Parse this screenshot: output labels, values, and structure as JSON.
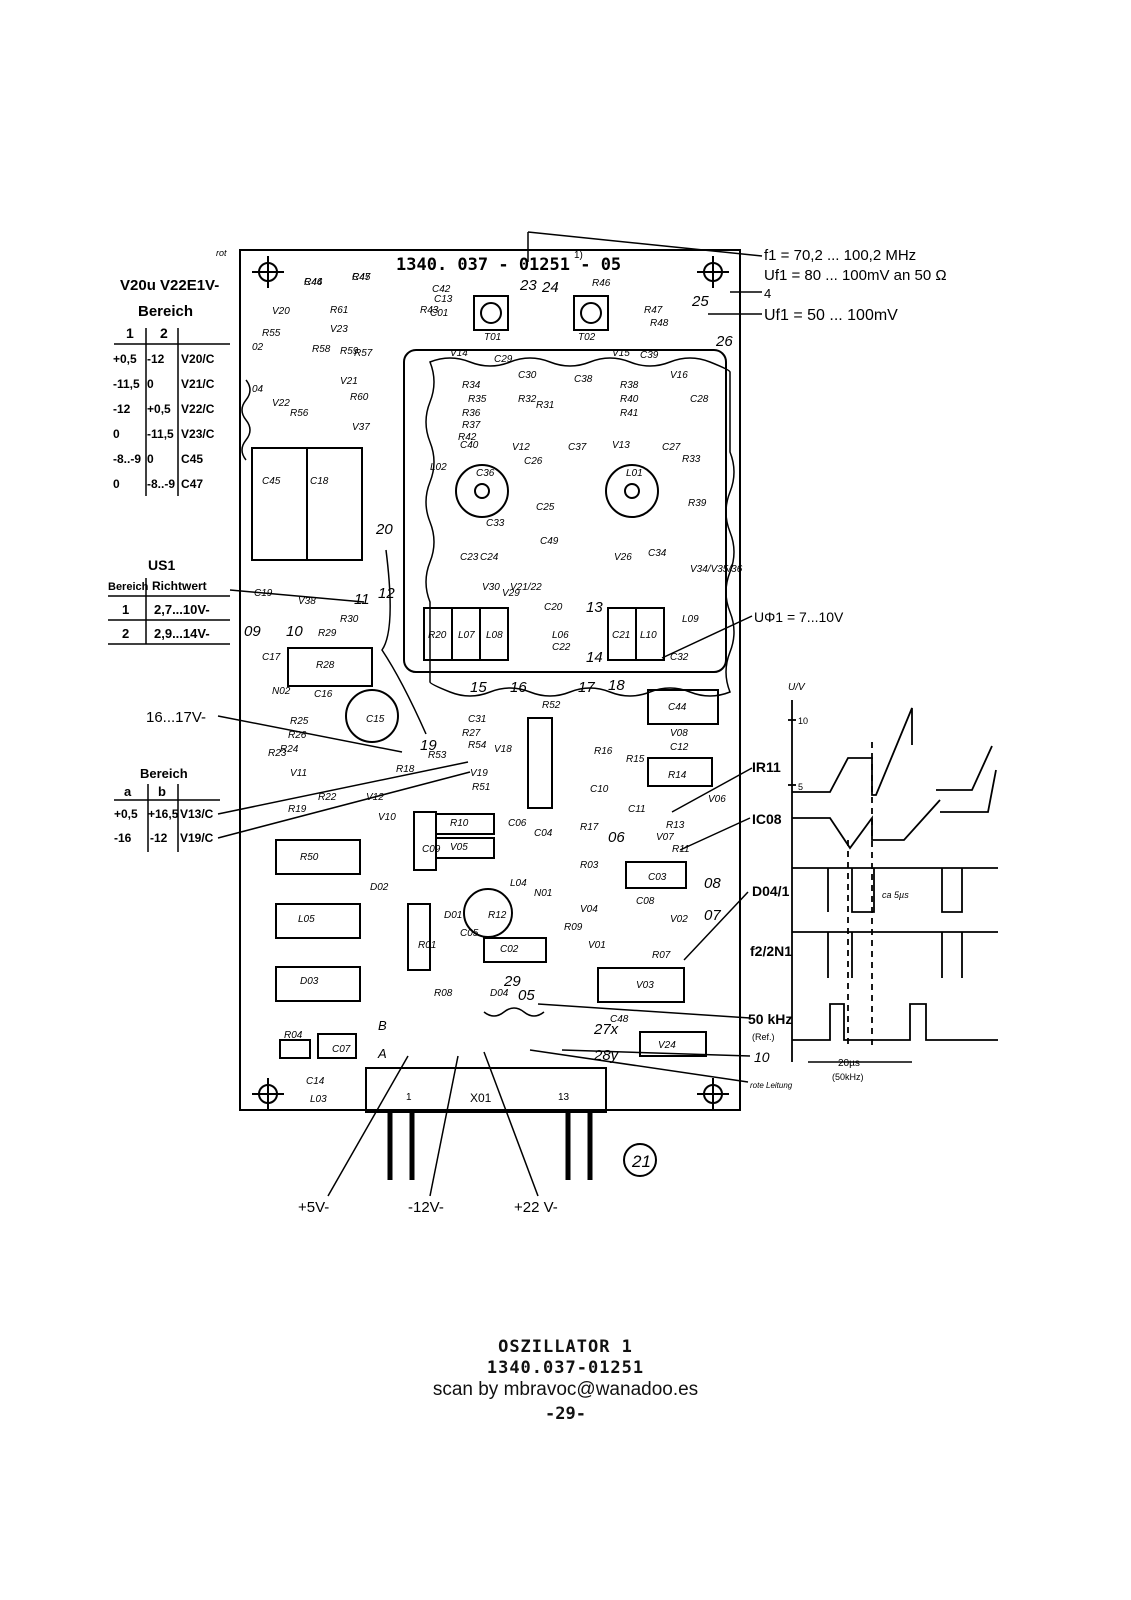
{
  "board": {
    "part_number": "1340. 037 - 01251 - 05",
    "footnote_mark": "1)",
    "circled_number": "21",
    "connector_label": "X01",
    "connector_pins": [
      "1",
      "13"
    ],
    "row_labels": [
      "B",
      "A"
    ]
  },
  "left_table": {
    "header_left": "V20u V22E1V-",
    "title": "Bereich",
    "cols": [
      "1",
      "2"
    ],
    "rows": [
      [
        "+0,5",
        "-12",
        "V20/C"
      ],
      [
        "-11,5",
        "0",
        "V21/C"
      ],
      [
        "-12",
        "+0,5",
        "V22/C"
      ],
      [
        "0",
        "-11,5",
        "V23/C"
      ],
      [
        "-8..-9",
        "0",
        "C45"
      ],
      [
        "0",
        "-8..-9",
        "C47"
      ]
    ]
  },
  "us1_table": {
    "title": "US1",
    "headers": [
      "Bereich",
      "Richtwert"
    ],
    "rows": [
      [
        "1",
        "2,7...10V-"
      ],
      [
        "2",
        "2,9...14V-"
      ]
    ]
  },
  "bereich2_table": {
    "title": "Bereich",
    "cols": [
      "a",
      "b"
    ],
    "rows": [
      [
        "+0,5",
        "+16,5",
        "V13/C"
      ],
      [
        "-16",
        "-12",
        "V19/C"
      ]
    ]
  },
  "annotations": {
    "rot": "rot",
    "f1": "f1 = 70,2 ... 100,2 MHz",
    "uf1_a": "Uf1 = 80 ... 100mV an 50 Ω",
    "uf1_b": "Uf1 = 50 ... 100mV",
    "pin4": "4",
    "uphi1": "UΦ1 = 7...10V",
    "v1617": "16...17V-",
    "ir11": "IR11",
    "ic08": "IC08",
    "d041": "D04/1",
    "f22n1": "f2/2N1",
    "khz50": "50 kHz",
    "ref": "(Ref.)",
    "ten": "10",
    "rote_leitung": "rote Leitung",
    "p5v": "+5V-",
    "m12v": "-12V-",
    "p22v": "+22 V-",
    "scope_y_unit": "U/V",
    "scope_y10": "10",
    "scope_y5": "5",
    "pulse_width": "ca 5µs",
    "period": "20µs",
    "period_freq": "(50kHz)"
  },
  "components": [
    "C46",
    "C47",
    "R43",
    "C42",
    "T01",
    "T02",
    "R46",
    "R47",
    "R48",
    "R61",
    "R58",
    "R59",
    "V20",
    "V23",
    "V21",
    "V22",
    "R55",
    "R56",
    "R57",
    "R60",
    "02",
    "04",
    "V14",
    "C29",
    "V15",
    "C39",
    "C30",
    "R34",
    "R35",
    "R36",
    "R37",
    "R38",
    "R40",
    "R41",
    "R42",
    "R31",
    "R32",
    "C28",
    "C38",
    "V16",
    "C40",
    "V13",
    "V12",
    "C27",
    "C37",
    "C36",
    "L01",
    "L02",
    "C26",
    "R33",
    "R39",
    "C33",
    "C25",
    "C49",
    "C23",
    "C24",
    "V21/22",
    "V30",
    "V29",
    "V26",
    "C34",
    "V34/V35/36",
    "V37",
    "C45",
    "C18",
    "C19",
    "V38",
    "R30",
    "R29",
    "C17",
    "R28",
    "N02",
    "C16",
    "C15",
    "R25",
    "R26",
    "R24",
    "R23",
    "V11",
    "R22",
    "R19",
    "R18",
    "V12",
    "V10",
    "R20",
    "L07",
    "L08",
    "L06",
    "C22",
    "C20",
    "C21",
    "L10",
    "L09",
    "C32",
    "C31",
    "R27",
    "R54",
    "R53",
    "V18",
    "V19",
    "R51",
    "R52",
    "R16",
    "C44",
    "V08",
    "C12",
    "R15",
    "R14",
    "C10",
    "C11",
    "V06",
    "R13",
    "V07",
    "R11",
    "R17",
    "R10",
    "V05",
    "C04",
    "C06",
    "C09",
    "R50",
    "L05",
    "D03",
    "D02",
    "D01",
    "C05",
    "R01",
    "R12",
    "L04",
    "N01",
    "C02",
    "R03",
    "C03",
    "V04",
    "C08",
    "V02",
    "R09",
    "V01",
    "R07",
    "V03",
    "R08",
    "D04",
    "C48",
    "V24",
    "R04",
    "C07",
    "C14",
    "L03",
    "C01",
    "C13",
    "R44",
    "R45"
  ],
  "pins": [
    "23",
    "24",
    "25",
    "26",
    "20",
    "11",
    "12",
    "09",
    "10",
    "13",
    "14",
    "15",
    "16",
    "17",
    "18",
    "19",
    "06",
    "08",
    "07",
    "05",
    "29",
    "27x",
    "28y"
  ]
}
